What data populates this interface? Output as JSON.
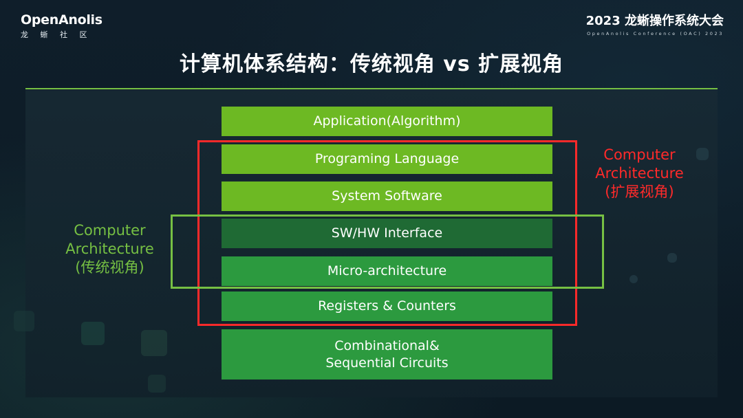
{
  "header": {
    "logo_main": "OpenAnolis",
    "logo_sub": "龙 蜥 社 区",
    "conference_title": "2023 龙蜥操作系统大会",
    "conference_subtitle": "OpenAnolis Conference (OAC) 2023"
  },
  "slide": {
    "title": "计算机体系结构：传统视角 vs 扩展视角"
  },
  "layers": [
    {
      "label": "Application(Algorithm)"
    },
    {
      "label": "Programing Language"
    },
    {
      "label": "System Software"
    },
    {
      "label": "SW/HW Interface"
    },
    {
      "label": "Micro-architecture"
    },
    {
      "label": "Registers & Counters"
    },
    {
      "label_line1": "Combinational&",
      "label_line2": "Sequential Circuits"
    }
  ],
  "extended_view": {
    "line1": "Computer",
    "line2": "Architecture",
    "line3": "(扩展视角)",
    "color": "#ff2a2a"
  },
  "traditional_view": {
    "line1": "Computer",
    "line2": "Architecture",
    "line3": "(传统视角)",
    "color": "#76c043"
  },
  "colors": {
    "background": "#0d1b26",
    "accent_green": "#76c043",
    "layer_lime": "#6db923",
    "layer_green": "#2c9a3f",
    "layer_dark": "#1f6a34"
  }
}
